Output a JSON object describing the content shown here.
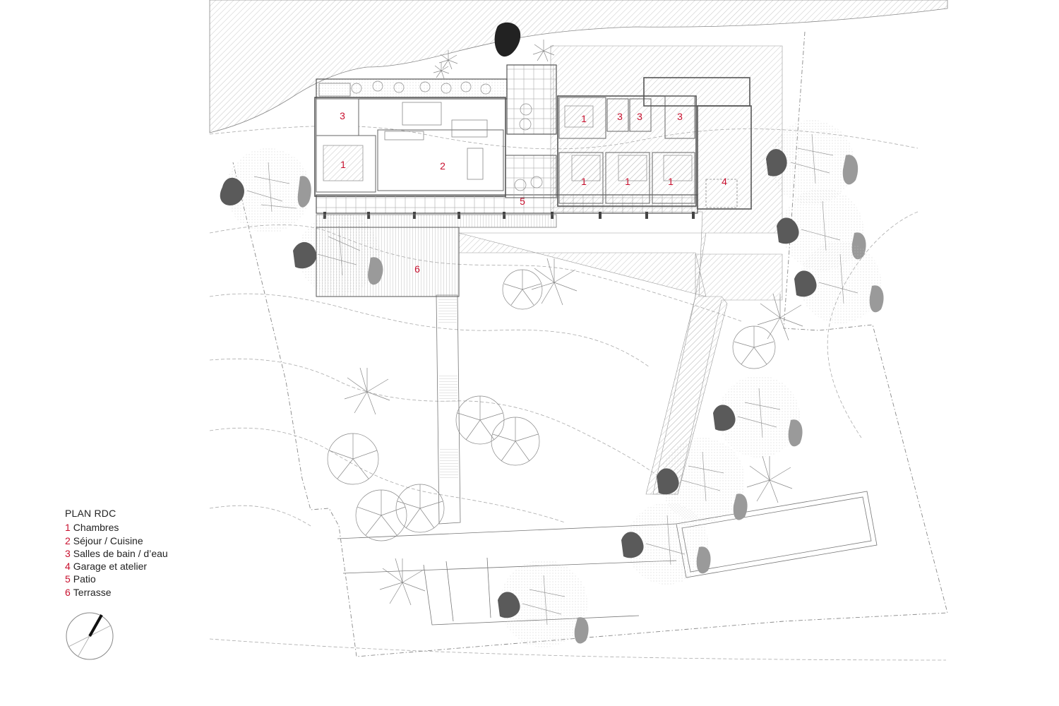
{
  "legend": {
    "title": "PLAN RDC",
    "items": [
      {
        "num": "1",
        "label": "Chambres"
      },
      {
        "num": "2",
        "label": "Séjour / Cuisine"
      },
      {
        "num": "3",
        "label": "Salles de bain / d’eau"
      },
      {
        "num": "4",
        "label": "Garage et atelier"
      },
      {
        "num": "5",
        "label": "Patio"
      },
      {
        "num": "6",
        "label": "Terrasse"
      }
    ]
  },
  "room_labels": {
    "r_bath_a": "3",
    "r_bed_a": "1",
    "r_living": "2",
    "r_bed_b": "1",
    "r_bath_b": "3",
    "r_bath_c": "3",
    "r_bath_d": "3",
    "r_bed_c": "1",
    "r_bed_d": "1",
    "r_bed_e": "1",
    "r_garage": "4",
    "r_patio": "5",
    "r_terrace": "6"
  },
  "colors": {
    "label_red": "#c8102e",
    "text": "#222222",
    "hatch": "#b5b5b5"
  },
  "icons": [
    "north-arrow-icon",
    "tree-icon",
    "palm-icon"
  ]
}
